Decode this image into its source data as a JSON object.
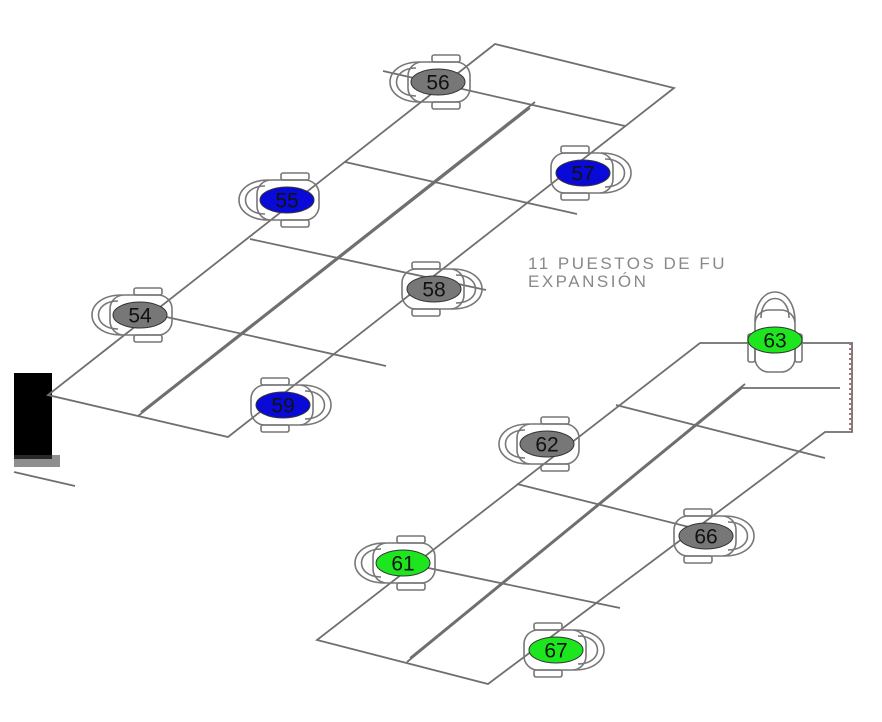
{
  "seats": [
    {
      "id": "56",
      "status": "occupied",
      "color": "#777777"
    },
    {
      "id": "55",
      "status": "reserved",
      "color": "#0a0ad8"
    },
    {
      "id": "57",
      "status": "reserved",
      "color": "#0a0ad8"
    },
    {
      "id": "54",
      "status": "occupied",
      "color": "#777777"
    },
    {
      "id": "58",
      "status": "occupied",
      "color": "#777777"
    },
    {
      "id": "59",
      "status": "reserved",
      "color": "#0a0ad8"
    },
    {
      "id": "63",
      "status": "available",
      "color": "#1ee61e"
    },
    {
      "id": "62",
      "status": "occupied",
      "color": "#777777"
    },
    {
      "id": "66",
      "status": "occupied",
      "color": "#777777"
    },
    {
      "id": "61",
      "status": "available",
      "color": "#1ee61e"
    },
    {
      "id": "67",
      "status": "available",
      "color": "#1ee61e"
    }
  ],
  "note": {
    "line1": "11 PUESTOS DE FU",
    "line2": "EXPANSIÓN"
  },
  "colors": {
    "line": "#6f6f6f",
    "occupied": "#777777",
    "reserved": "#0a0ad8",
    "available": "#1ee61e",
    "pillar": "#000000"
  }
}
